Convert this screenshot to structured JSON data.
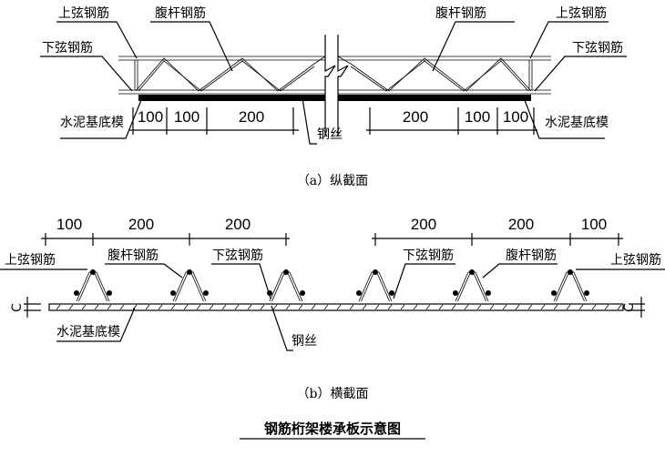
{
  "section_a": {
    "labels": {
      "top_chord_left": "上弦钢筋",
      "web_left": "腹杆钢筋",
      "bottom_chord_left": "下弦钢筋",
      "base_left": "水泥基底模",
      "web_right": "腹杆钢筋",
      "top_chord_right": "上弦钢筋",
      "bottom_chord_right": "下弦钢筋",
      "base_right": "水泥基底模",
      "wire": "钢丝"
    },
    "dims_left": [
      "100",
      "100",
      "200"
    ],
    "dims_right": [
      "200",
      "100",
      "100"
    ],
    "caption": "（a）纵截面"
  },
  "section_b": {
    "labels": {
      "top_chord_left": "上弦钢筋",
      "web_left": "腹杆钢筋",
      "bottom_chord_left": "下弦钢筋",
      "base": "水泥基底模",
      "wire": "钢丝",
      "bottom_chord_right": "下弦钢筋",
      "web_right": "腹杆钢筋",
      "top_chord_right": "上弦钢筋",
      "cover_left": "C",
      "cover_right": "C"
    },
    "dims_left": [
      "100",
      "200",
      "200"
    ],
    "dims_right": [
      "200",
      "200",
      "100"
    ],
    "caption": "（b）横截面"
  },
  "title": "钢筋桁架楼承板示意图"
}
